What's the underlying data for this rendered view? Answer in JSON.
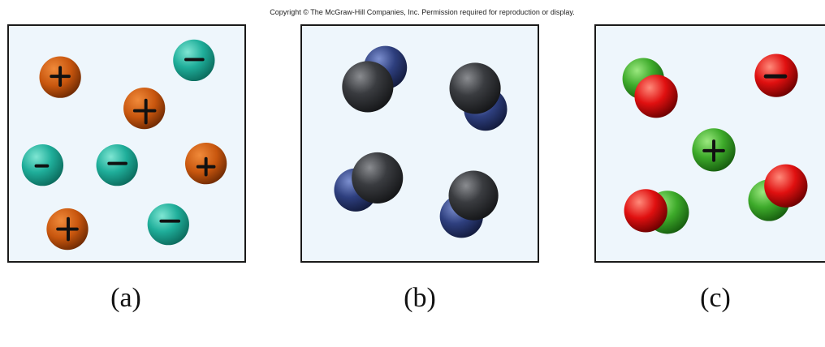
{
  "copyright": "Copyright © The McGraw-Hill Companies, Inc. Permission required for reproduction or display.",
  "colors": {
    "panel_bg": "#eef6fc",
    "cation_orange": "#c8560e",
    "anion_teal": "#1fae9a",
    "dark_atom": "#3a3c40",
    "blue_atom": "#2e3f7e",
    "green_atom": "#3daa2a",
    "red_atom": "#e01010"
  },
  "panels": [
    {
      "caption": "(a)",
      "particles": [
        {
          "kind": "cation",
          "sign": "+"
        },
        {
          "kind": "anion",
          "sign": "−"
        },
        {
          "kind": "cation",
          "sign": "+"
        },
        {
          "kind": "anion",
          "sign": "−"
        },
        {
          "kind": "anion",
          "sign": "−"
        },
        {
          "kind": "cation",
          "sign": "+"
        },
        {
          "kind": "cation",
          "sign": "+"
        },
        {
          "kind": "anion",
          "sign": "−"
        }
      ]
    },
    {
      "caption": "(b)",
      "molecules": [
        {
          "atoms": [
            "dark",
            "blue"
          ]
        },
        {
          "atoms": [
            "dark",
            "blue"
          ]
        },
        {
          "atoms": [
            "dark",
            "blue"
          ]
        },
        {
          "atoms": [
            "dark",
            "blue"
          ]
        }
      ]
    },
    {
      "caption": "(c)",
      "molecules": [
        {
          "atoms": [
            "green",
            "red"
          ]
        },
        {
          "atoms": [
            "red"
          ],
          "sign": "−"
        },
        {
          "atoms": [
            "green"
          ],
          "sign": "+"
        },
        {
          "atoms": [
            "green",
            "red"
          ]
        },
        {
          "atoms": [
            "red",
            "green"
          ]
        }
      ]
    }
  ]
}
